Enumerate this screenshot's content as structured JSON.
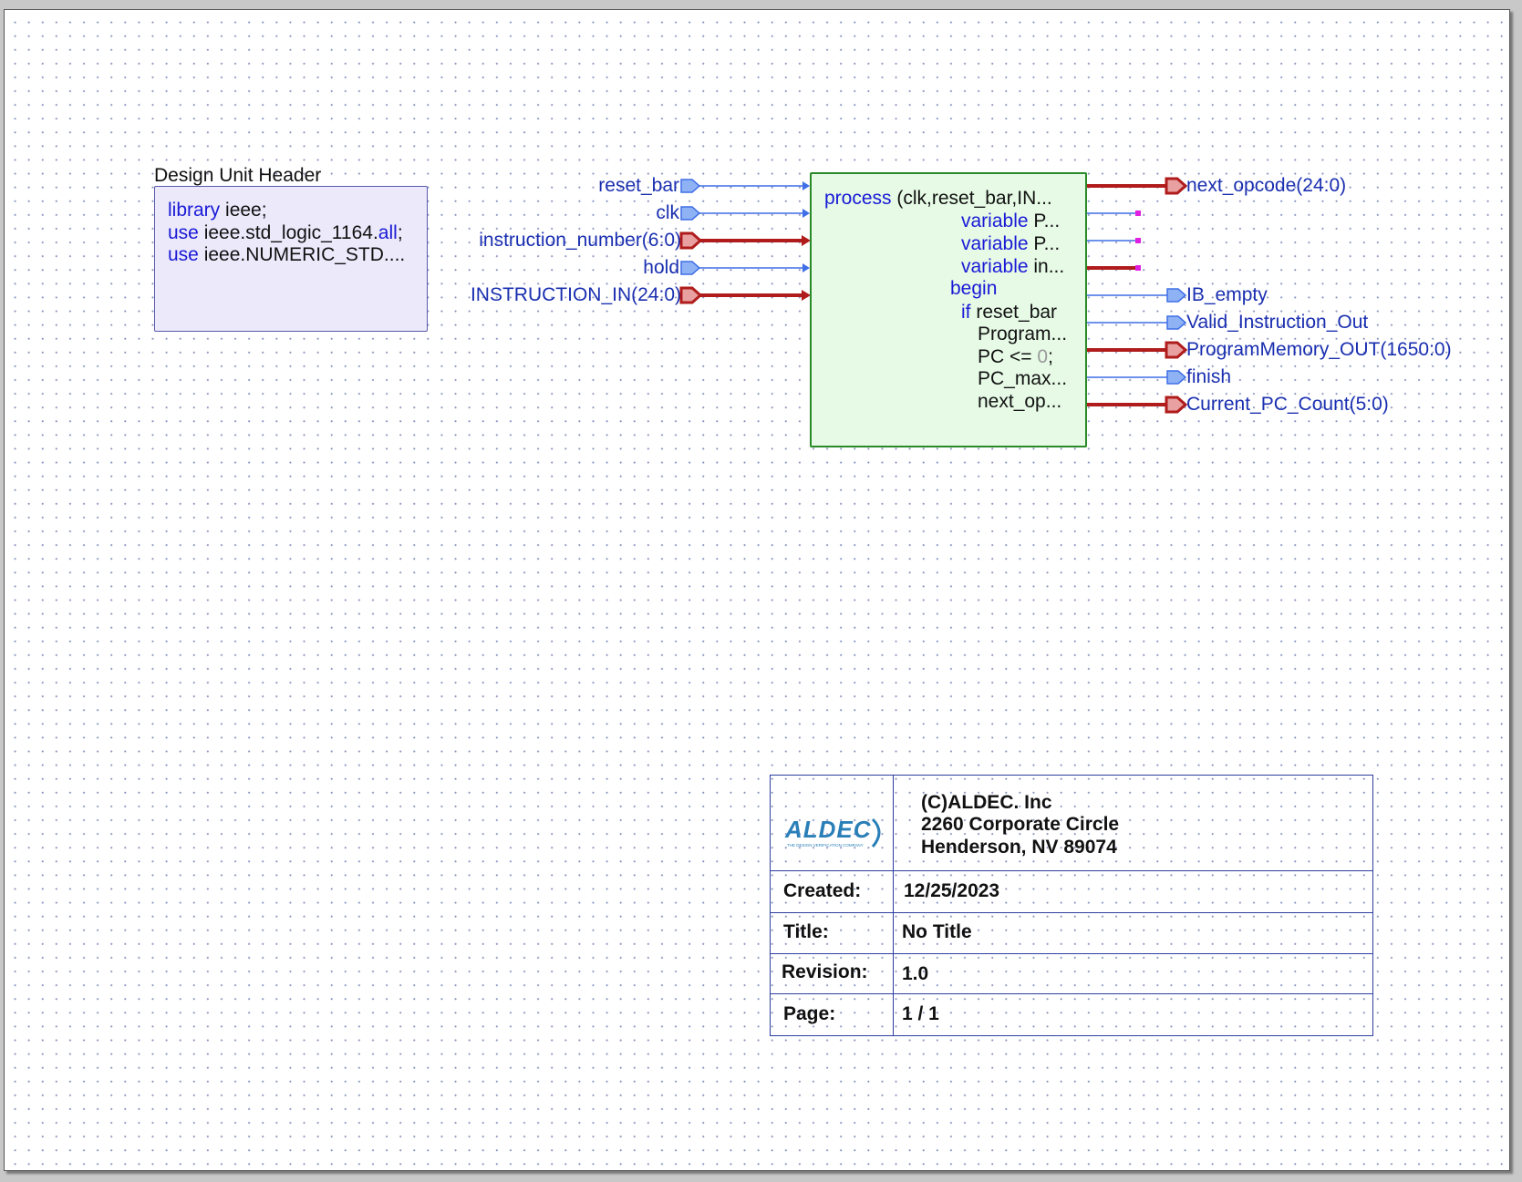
{
  "design_unit_header": {
    "title": "Design Unit Header",
    "lines": [
      {
        "kw": "library",
        "text": " ieee;",
        "kw2": "",
        "tail": ""
      },
      {
        "kw": "use",
        "text": " ieee.std_logic_1164.",
        "kw2": "all",
        "tail": ";"
      },
      {
        "kw": "use",
        "text": " ieee.NUMERIC_STD....",
        "kw2": "",
        "tail": ""
      }
    ]
  },
  "process_block": {
    "line1_kw": "process",
    "line1_text": " (clk,reset_bar,IN...",
    "var1_kw": "variable",
    "var1_text": " P...",
    "var2_kw": "variable",
    "var2_text": " P...",
    "var3_kw": "variable",
    "var3_text": " in...",
    "begin_kw": "begin",
    "if_kw": "if",
    "if_text": " reset_bar",
    "stmt1": "Program...",
    "stmt2_pre": "PC <= ",
    "stmt2_lit": "0",
    "stmt2_post": ";",
    "stmt3": "PC_max...",
    "stmt4": "next_op..."
  },
  "input_ports": [
    {
      "name": "reset_bar",
      "bus": false
    },
    {
      "name": "clk",
      "bus": false
    },
    {
      "name": "instruction_number(6:0)",
      "bus": true
    },
    {
      "name": "hold",
      "bus": false
    },
    {
      "name": "INSTRUCTION_IN(24:0)",
      "bus": true
    }
  ],
  "output_ports": [
    {
      "name": "next_opcode(24:0)",
      "bus": true
    },
    {
      "name": "IB_empty",
      "bus": false
    },
    {
      "name": "Valid_Instruction_Out",
      "bus": false
    },
    {
      "name": "ProgramMemory_OUT(1650:0)",
      "bus": true
    },
    {
      "name": "finish",
      "bus": false
    },
    {
      "name": "Current_PC_Count(5:0)",
      "bus": true
    }
  ],
  "title_block": {
    "company": "(C)ALDEC. Inc",
    "address1": "2260 Corporate Circle",
    "address2": "Henderson, NV 89074",
    "logo_text": "ALDEC",
    "logo_sub": "THE DESIGN VERIFICATION COMPANY",
    "created_label": "Created:",
    "created_value": "12/25/2023",
    "title_label": "Title:",
    "title_value": "No Title",
    "revision_label": "Revision:",
    "revision_value": "1.0",
    "page_label": "Page:",
    "page_value": "1 / 1"
  },
  "colors": {
    "bus": "#b01c1c",
    "wire": "#3f6fe6",
    "stub": "#e020e0"
  }
}
